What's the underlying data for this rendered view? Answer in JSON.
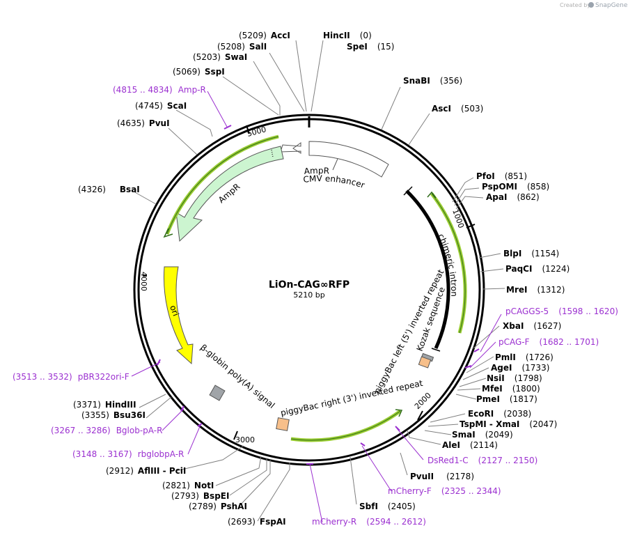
{
  "credit": {
    "prefix": "Created by",
    "brand": "SnapGene"
  },
  "plasmid": {
    "name": "LiOn-CAG∞RFP",
    "size_label": "5210 bp"
  },
  "ticks": [
    "1000",
    "2000",
    "3000",
    "4000",
    "5000"
  ],
  "enzymes": [
    {
      "pos": "(5209)",
      "name": "AccI"
    },
    {
      "pos": "(0)",
      "name": "HincII"
    },
    {
      "pos": "(5208)",
      "name": "SalI"
    },
    {
      "pos": "(15)",
      "name": "SpeI"
    },
    {
      "pos": "(5203)",
      "name": "SwaI"
    },
    {
      "pos": "(5069)",
      "name": "SspI"
    },
    {
      "pos": "(356)",
      "name": "SnaBI"
    },
    {
      "pos": "(4745)",
      "name": "ScaI"
    },
    {
      "pos": "(503)",
      "name": "AscI"
    },
    {
      "pos": "(4635)",
      "name": "PvuI"
    },
    {
      "pos": "(4326)",
      "name": "BsaI"
    },
    {
      "pos": "(851)",
      "name": "PfoI"
    },
    {
      "pos": "(858)",
      "name": "PspOMI"
    },
    {
      "pos": "(862)",
      "name": "ApaI"
    },
    {
      "pos": "(1154)",
      "name": "BlpI"
    },
    {
      "pos": "(1224)",
      "name": "PaqCI"
    },
    {
      "pos": "(1312)",
      "name": "MreI"
    },
    {
      "pos": "(1627)",
      "name": "XbaI"
    },
    {
      "pos": "(1726)",
      "name": "PmlI"
    },
    {
      "pos": "(1733)",
      "name": "AgeI"
    },
    {
      "pos": "(1798)",
      "name": "NsiI"
    },
    {
      "pos": "(1800)",
      "name": "MfeI"
    },
    {
      "pos": "(1817)",
      "name": "PmeI"
    },
    {
      "pos": "(2038)",
      "name": "EcoRI"
    },
    {
      "pos": "(2047)",
      "name": "TspMI - XmaI"
    },
    {
      "pos": "(2049)",
      "name": "SmaI"
    },
    {
      "pos": "(2114)",
      "name": "AleI"
    },
    {
      "pos": "(2178)",
      "name": "PvuII"
    },
    {
      "pos": "(2405)",
      "name": "SbfI"
    },
    {
      "pos": "(3371)",
      "name": "HindIII"
    },
    {
      "pos": "(3355)",
      "name": "Bsu36I"
    },
    {
      "pos": "(2912)",
      "name": "AflIII - PciI"
    },
    {
      "pos": "(2821)",
      "name": "NotI"
    },
    {
      "pos": "(2793)",
      "name": "BspEI"
    },
    {
      "pos": "(2789)",
      "name": "PshAI"
    },
    {
      "pos": "(2693)",
      "name": "FspAI"
    }
  ],
  "primers": [
    {
      "range": "(4815 .. 4834)",
      "name": "Amp-R"
    },
    {
      "range": "(1598 .. 1620)",
      "name": "pCAGGS-5"
    },
    {
      "range": "(1682 .. 1701)",
      "name": "pCAG-F"
    },
    {
      "range": "(3513 .. 3532)",
      "name": "pBR322ori-F"
    },
    {
      "range": "(3267 .. 3286)",
      "name": "Bglob-pA-R"
    },
    {
      "range": "(3148 .. 3167)",
      "name": "rbglobpA-R"
    },
    {
      "range": "(2127 .. 2150)",
      "name": "DsRed1-C"
    },
    {
      "range": "(2325 .. 2344)",
      "name": "mCherry-F"
    },
    {
      "range": "(2594 .. 2612)",
      "name": "mCherry-R"
    }
  ],
  "features": [
    {
      "name": "AmpR promoter"
    },
    {
      "name": "CMV enhancer"
    },
    {
      "name": "AmpR"
    },
    {
      "name": "chimeric intron"
    },
    {
      "name": "ori"
    },
    {
      "name": "piggyBac left (5') inverted repeat"
    },
    {
      "name": "Kozak sequence"
    },
    {
      "name": "β-globin poly(A) signal"
    },
    {
      "name": "piggyBac right (3') inverted repeat"
    }
  ],
  "colors": {
    "backbone": "#000000",
    "primer": "#9b30d0",
    "ampr": "#ccf5d0",
    "ori": "#ffff00",
    "translated": "#9acd32",
    "polyA": "#a0a4a8",
    "repeat": "#f7bf8a",
    "outline": "#555555"
  }
}
